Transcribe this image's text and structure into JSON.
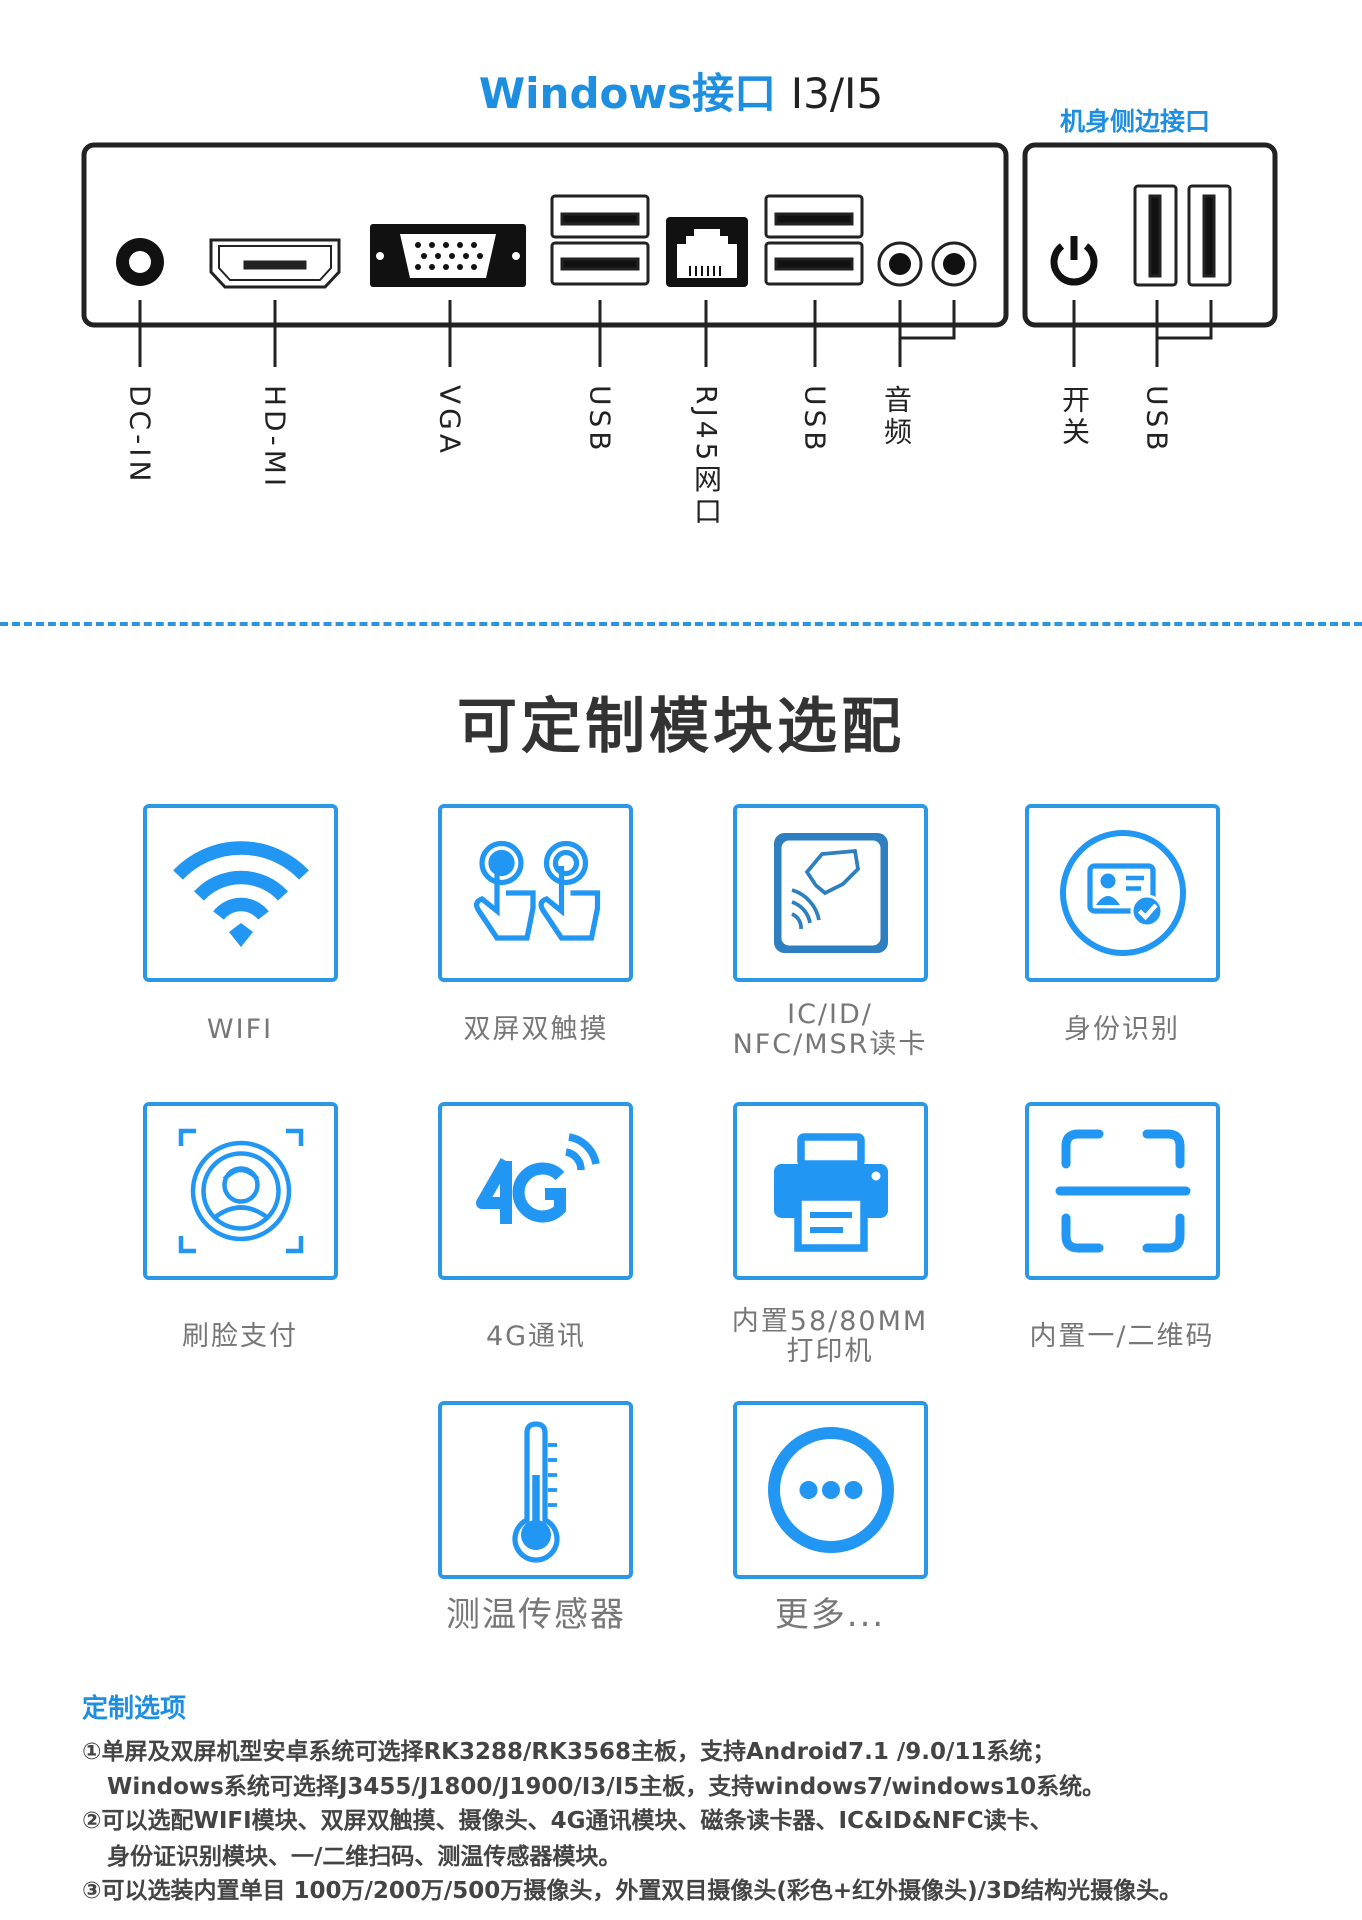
{
  "header": {
    "title_blue": "Windows接口",
    "title_dark": "I3/I5",
    "side_title": "机身侧边接口"
  },
  "ports": [
    {
      "label": "DC-IN",
      "icon": "dc-in-port-icon"
    },
    {
      "label": "HD-MI",
      "icon": "hdmi-port-icon"
    },
    {
      "label": "VGA",
      "icon": "vga-port-icon"
    },
    {
      "label": "USB",
      "icon": "usb-port-icon"
    },
    {
      "label": "RJ45网口",
      "icon": "rj45-port-icon"
    },
    {
      "label": "USB",
      "icon": "usb-port-icon"
    },
    {
      "label": "音频",
      "icon": "audio-jack-icon"
    },
    {
      "label": "开关",
      "icon": "power-icon"
    },
    {
      "label": "USB",
      "icon": "usb-port-icon"
    }
  ],
  "modules_title": "可定制模块选配",
  "modules": [
    {
      "label": "WIFI",
      "icon": "wifi-icon"
    },
    {
      "label": "双屏双触摸",
      "icon": "dual-touch-icon"
    },
    {
      "line1": "IC/ID/",
      "line2": "NFC/MSR读卡",
      "icon": "card-reader-icon"
    },
    {
      "label": "身份识别",
      "icon": "id-card-icon"
    },
    {
      "label": "刷脸支付",
      "icon": "face-scan-icon"
    },
    {
      "label": "4G通讯",
      "icon": "4g-signal-icon"
    },
    {
      "line1": "内置58/80MM",
      "line2": "打印机",
      "icon": "printer-icon"
    },
    {
      "label": "内置一/二维码",
      "icon": "barcode-scan-icon"
    },
    {
      "label": "测温传感器",
      "icon": "thermometer-icon"
    },
    {
      "label": "更多...",
      "icon": "more-icon"
    }
  ],
  "options": {
    "title": "定制选项",
    "lines": [
      "①单屏及双屏机型安卓系统可选择RK3288/RK3568主板，支持Android7.1 /9.0/11系统；",
      "Windows系统可选择J3455/J1800/J1900/I3/I5主板，支持windows7/windows10系统。",
      "②可以选配WIFI模块、双屏双触摸、摄像头、4G通讯模块、磁条读卡器、IC&ID&NFC读卡、",
      "身份证识别模块、一/二维扫码、测温传感器模块。",
      "③可以选装内置单目 100万/200万/500万摄像头，外置双目摄像头(彩色+红外摄像头)/3D结构光摄像头。"
    ]
  },
  "colors": {
    "accent": "#1e8fe0",
    "text": "#444444",
    "label": "#777777"
  }
}
